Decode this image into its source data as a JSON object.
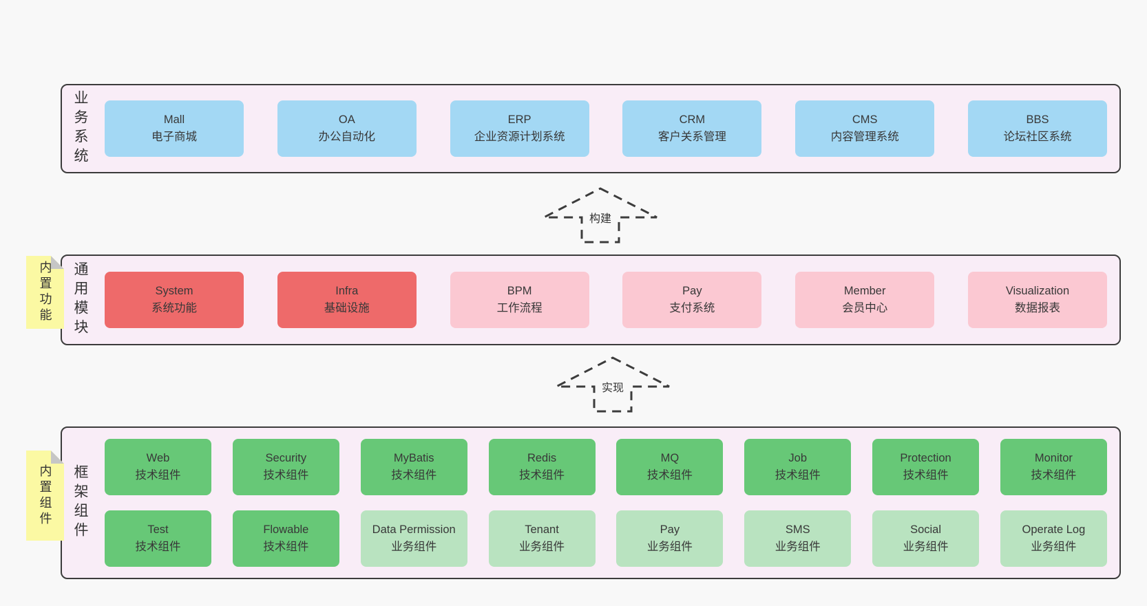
{
  "diagram": {
    "layers": [
      {
        "title": "业务系统",
        "sticky": null,
        "rows": [
          [
            {
              "name": "Mall",
              "desc": "电子商城",
              "type": "blue"
            },
            {
              "name": "OA",
              "desc": "办公自动化",
              "type": "blue"
            },
            {
              "name": "ERP",
              "desc": "企业资源计划系统",
              "type": "blue"
            },
            {
              "name": "CRM",
              "desc": "客户关系管理",
              "type": "blue"
            },
            {
              "name": "CMS",
              "desc": "内容管理系统",
              "type": "blue"
            },
            {
              "name": "BBS",
              "desc": "论坛社区系统",
              "type": "blue"
            }
          ]
        ]
      },
      {
        "title": "通用模块",
        "sticky": "内置功能",
        "rows": [
          [
            {
              "name": "System",
              "desc": "系统功能",
              "type": "red"
            },
            {
              "name": "Infra",
              "desc": "基础设施",
              "type": "red"
            },
            {
              "name": "BPM",
              "desc": "工作流程",
              "type": "pink"
            },
            {
              "name": "Pay",
              "desc": "支付系统",
              "type": "pink"
            },
            {
              "name": "Member",
              "desc": "会员中心",
              "type": "pink"
            },
            {
              "name": "Visualization",
              "desc": "数据报表",
              "type": "pink"
            }
          ]
        ]
      },
      {
        "title": "框架组件",
        "sticky": "内置组件",
        "rows": [
          [
            {
              "name": "Web",
              "desc": "技术组件",
              "type": "green"
            },
            {
              "name": "Security",
              "desc": "技术组件",
              "type": "green"
            },
            {
              "name": "MyBatis",
              "desc": "技术组件",
              "type": "green"
            },
            {
              "name": "Redis",
              "desc": "技术组件",
              "type": "green"
            },
            {
              "name": "MQ",
              "desc": "技术组件",
              "type": "green"
            },
            {
              "name": "Job",
              "desc": "技术组件",
              "type": "green"
            },
            {
              "name": "Protection",
              "desc": "技术组件",
              "type": "green"
            },
            {
              "name": "Monitor",
              "desc": "技术组件",
              "type": "green"
            }
          ],
          [
            {
              "name": "Test",
              "desc": "技术组件",
              "type": "green"
            },
            {
              "name": "Flowable",
              "desc": "技术组件",
              "type": "green"
            },
            {
              "name": "Data Permission",
              "desc": "业务组件",
              "type": "lightgreen"
            },
            {
              "name": "Tenant",
              "desc": "业务组件",
              "type": "lightgreen"
            },
            {
              "name": "Pay",
              "desc": "业务组件",
              "type": "lightgreen"
            },
            {
              "name": "SMS",
              "desc": "业务组件",
              "type": "lightgreen"
            },
            {
              "name": "Social",
              "desc": "业务组件",
              "type": "lightgreen"
            },
            {
              "name": "Operate Log",
              "desc": "业务组件",
              "type": "lightgreen"
            }
          ]
        ]
      }
    ],
    "arrows": [
      {
        "label": "构建"
      },
      {
        "label": "实现"
      }
    ],
    "colors": {
      "blue": "#a3d8f4",
      "red": "#ee6a6a",
      "pink": "#fbc8d2",
      "green": "#67c877",
      "lightgreen": "#b9e3c0",
      "container_bg": "#f9edf7",
      "container_border": "#3c3c3c",
      "sticky_bg": "#fbf9a3",
      "sticky_fold": "#c6c6c6",
      "arrow": "#3c3c3c",
      "text": "#383838",
      "page_bg": "#f8f8f8"
    }
  }
}
